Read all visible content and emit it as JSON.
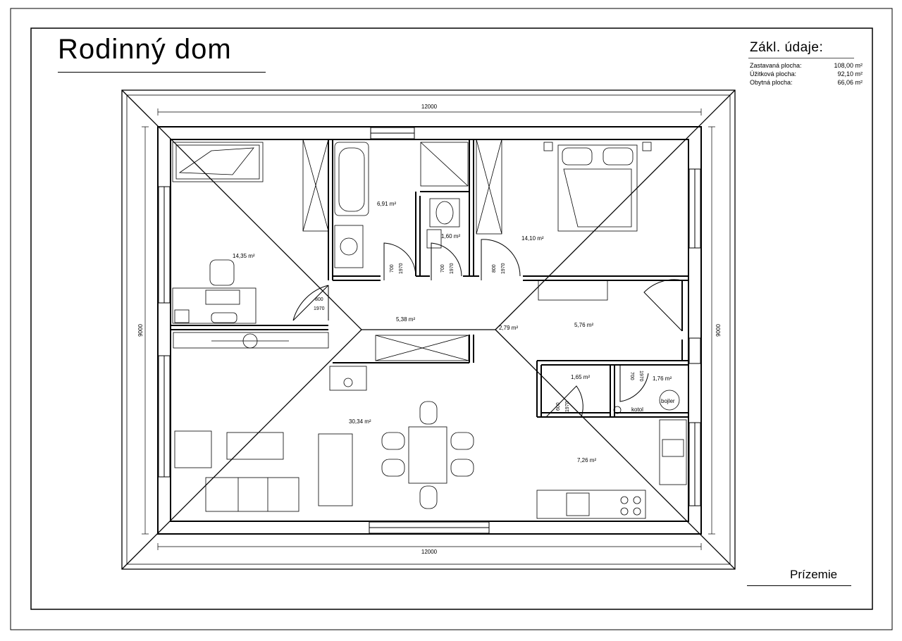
{
  "title": "Rodinný dom",
  "info": {
    "heading": "Zákl. údaje:",
    "rows": [
      {
        "label": "Zastavaná plocha:",
        "value": "108,00 m²"
      },
      {
        "label": "Úžitková plocha:",
        "value": "92,10 m²"
      },
      {
        "label": "Obytná plocha:",
        "value": "66,06 m²"
      }
    ]
  },
  "dimensions": {
    "top": "12000",
    "bottom": "12000",
    "left": "9000",
    "right": "9000"
  },
  "rooms": {
    "office": "14,35 m²",
    "bathroom": "6,91 m²",
    "wc": "1,60 m²",
    "bedroom": "14,10 m²",
    "hall": "5,38 m²",
    "corridor": "2,79 m²",
    "entrance": "5,76 m²",
    "storage": "1,65 m²",
    "boiler_room": "1,76 m²",
    "living": "30,34 m²",
    "kitchen": "7,26 m²"
  },
  "doors": {
    "office": [
      "800",
      "1970"
    ],
    "bathroom": [
      "700",
      "1970"
    ],
    "wc": [
      "700",
      "1970"
    ],
    "bedroom": [
      "800",
      "1970"
    ],
    "boiler": [
      "700",
      "1970"
    ],
    "storage": [
      "600",
      "1970"
    ]
  },
  "labels": {
    "kotol": "kotol",
    "bojler": "bojler"
  },
  "floor": "Prízemie"
}
